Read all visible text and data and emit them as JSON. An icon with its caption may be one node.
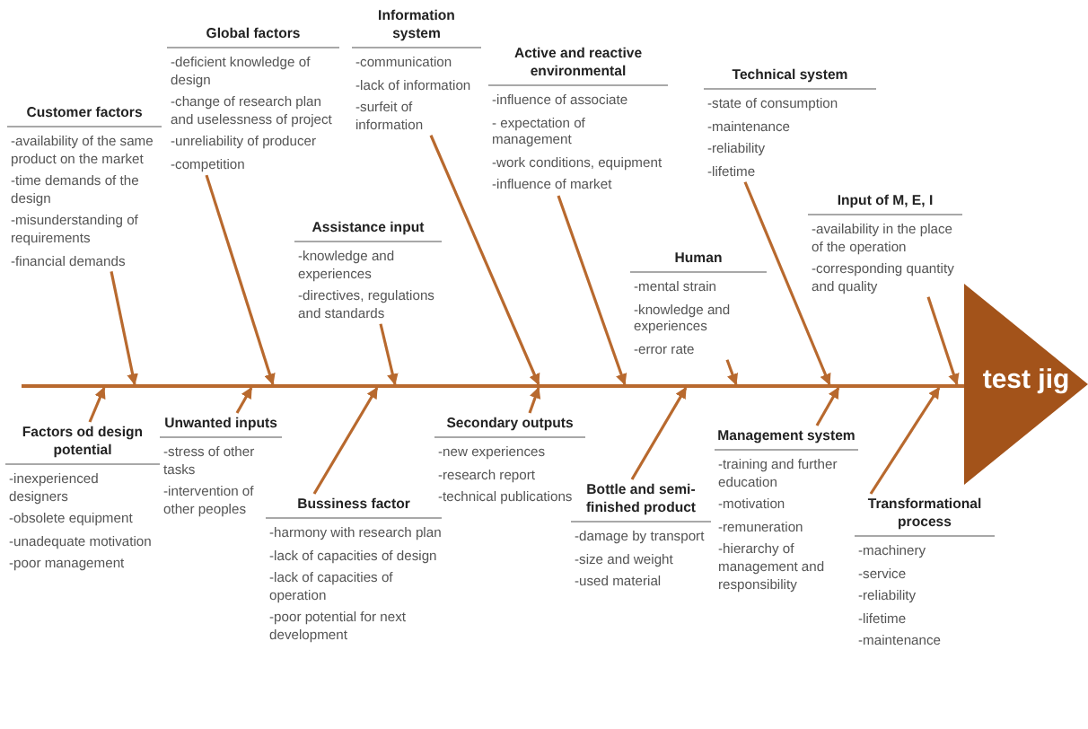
{
  "diagram": {
    "nodes": [
      {
        "text": [
          "Customer factors",
          "-availability of the same product on the market",
          "-time demands of the design",
          "-misunderstanding of requirements",
          "-financial demands"
        ]
      },
      {
        "text": [
          "Global factors",
          "-deficient knowledge of design",
          "-change of research plan and uselessness of project",
          "-unreliability of producer",
          "-competition"
        ]
      },
      {
        "text": [
          "Information system",
          "-communication",
          "-lack of information",
          "-surfeit of information"
        ]
      },
      {
        "text": [
          "Active and reactive environmental",
          "-influence of associate",
          "- expectation of management",
          "-work conditions, equipment",
          "-influence of market"
        ]
      },
      {
        "text": [
          "Technical system",
          "-state of consumption",
          "-maintenance",
          "-reliability",
          "-lifetime"
        ]
      },
      {
        "text": [
          "Input of M, E, I",
          "-availability in the place of the operation",
          "-corresponding quantity and quality"
        ]
      },
      {
        "text": [
          "Assistance input",
          "-knowledge and experiences",
          "-directives, regulations and standards"
        ]
      },
      {
        "text": [
          "Human",
          "-mental strain",
          "-knowledge and experiences",
          "-error rate"
        ]
      },
      {
        "text": [
          "Factors od design potential",
          "-inexperienced designers",
          "-obsolete equipment",
          "-unadequate motivation",
          "-poor management"
        ]
      },
      {
        "text": [
          "Unwanted inputs",
          "-stress of other tasks",
          "-intervention of other peoples"
        ]
      },
      {
        "text": [
          "Bussiness factor",
          "-harmony with research plan",
          "-lack of capacities of design",
          "-lack of capacities of operation",
          "-poor potential for next development"
        ]
      },
      {
        "text": [
          "Secondary outputs",
          "-new experiences",
          "-research report",
          "-technical publications"
        ]
      },
      {
        "text": [
          "Bottle and semi-finished product",
          "-damage by transport",
          "-size and weight",
          "-used material"
        ]
      },
      {
        "text": [
          "Management system",
          "-training and further education",
          "-motivation",
          "-remuneration",
          "-hierarchy of management and responsibility"
        ]
      },
      {
        "text": [
          "Transformational process",
          "-machinery",
          "-service",
          "-reliability",
          "-lifetime",
          "-maintenance"
        ]
      },
      {
        "text": [],
        "shape": "bar"
      },
      {
        "text": [
          "test jig"
        ]
      }
    ],
    "edges": [
      {
        "from": 0,
        "to": 15,
        "arrow": "to"
      },
      {
        "from": 1,
        "to": 15,
        "arrow": "to"
      },
      {
        "from": 2,
        "to": 15,
        "arrow": "to"
      },
      {
        "from": 3,
        "to": 15,
        "arrow": "to"
      },
      {
        "from": 4,
        "to": 15,
        "arrow": "to"
      },
      {
        "from": 5,
        "to": 15,
        "arrow": "to"
      },
      {
        "from": 6,
        "to": 15,
        "arrow": "to"
      },
      {
        "from": 7,
        "to": 15,
        "arrow": "to"
      },
      {
        "from": 8,
        "to": 15,
        "arrow": "to"
      },
      {
        "from": 9,
        "to": 15,
        "arrow": "to"
      },
      {
        "from": 10,
        "to": 15,
        "arrow": "to"
      },
      {
        "from": 11,
        "to": 15,
        "arrow": "to"
      },
      {
        "from": 12,
        "to": 15,
        "arrow": "to"
      },
      {
        "from": 13,
        "to": 15,
        "arrow": "to"
      },
      {
        "from": 14,
        "to": 15,
        "arrow": "to"
      }
    ]
  }
}
